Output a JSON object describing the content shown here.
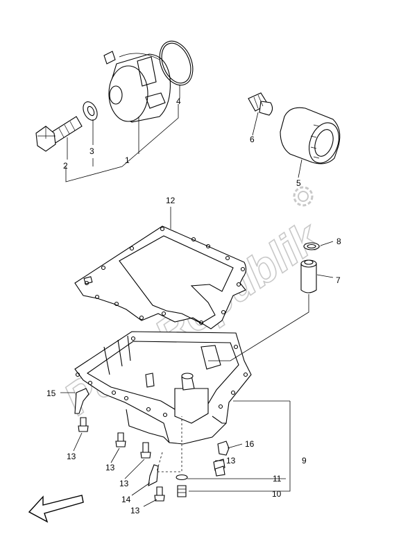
{
  "diagram": {
    "watermark": "PartsRepublik",
    "callouts": {
      "c1": "1",
      "c2": "2",
      "c3": "3",
      "c4": "4",
      "c5": "5",
      "c6": "6",
      "c7": "7",
      "c8": "8",
      "c9": "9",
      "c10": "10",
      "c11": "11",
      "c12": "12",
      "c13a": "13",
      "c13b": "13",
      "c13c": "13",
      "c13d": "13",
      "c13e": "13",
      "c14": "14",
      "c15": "15",
      "c16": "16"
    },
    "icons": [
      "gear-icon",
      "arrow-front-icon"
    ]
  }
}
